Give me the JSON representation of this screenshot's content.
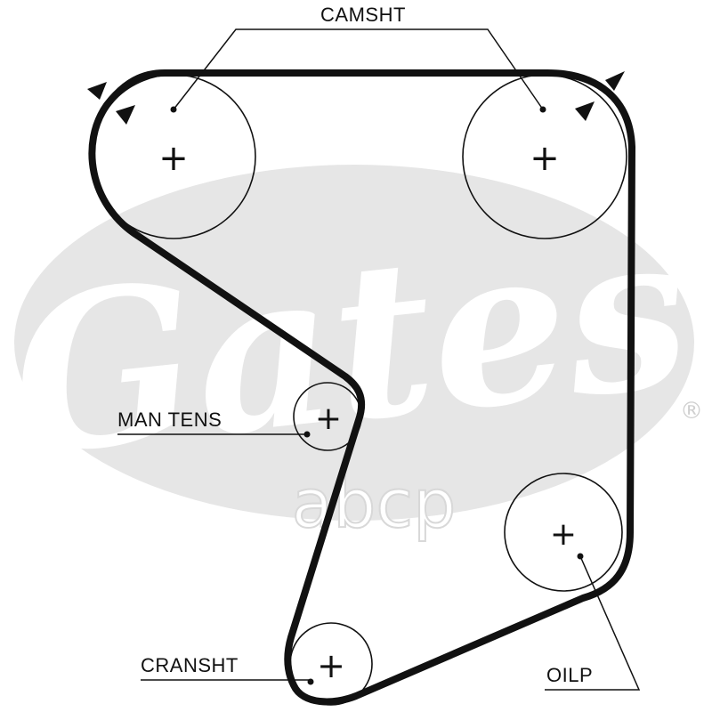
{
  "watermark": {
    "brand": "Gates",
    "registered": "®",
    "secondary": "abcp",
    "color": "#e6e6e6"
  },
  "diagram": {
    "belt_color": "#111111",
    "pulley_color": "#111111",
    "center_mark": "+",
    "labels": {
      "camshaft": "CAMSHT",
      "manual_tensioner": "MAN TENS",
      "crankshaft": "CRANSHT",
      "oil_pump": "OILP"
    }
  }
}
